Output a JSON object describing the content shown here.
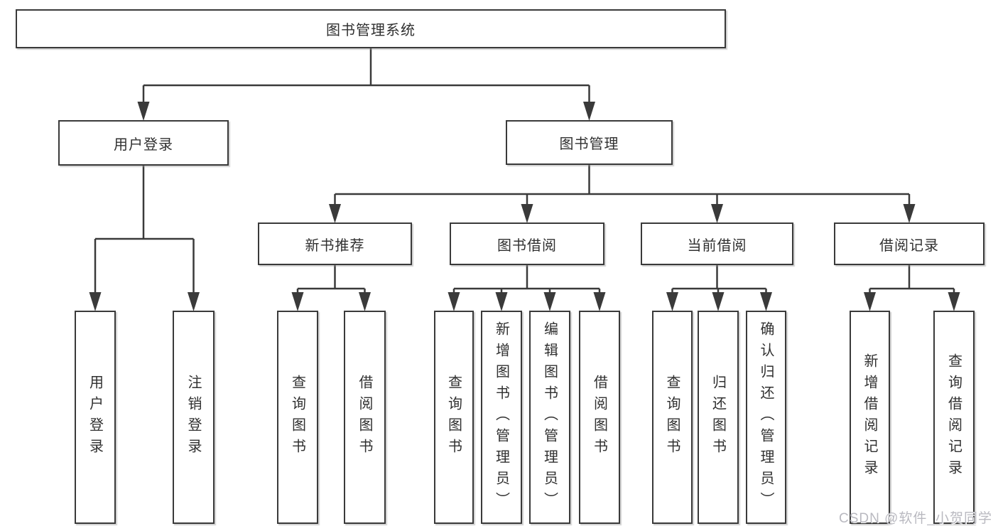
{
  "diagram": {
    "title": "图书管理系统",
    "colors": {
      "line": "#3a3a3a",
      "box_border": "#3a3a3a",
      "box_fill": "#ffffff",
      "text": "#303030",
      "watermark": "#b9b9c0"
    },
    "nodes": [
      {
        "id": "root",
        "label": "图书管理系统",
        "orientation": "horizontal"
      },
      {
        "id": "user-login",
        "label": "用户登录",
        "orientation": "horizontal"
      },
      {
        "id": "book-mgmt",
        "label": "图书管理",
        "orientation": "horizontal"
      },
      {
        "id": "new-book",
        "label": "新书推荐",
        "orientation": "horizontal"
      },
      {
        "id": "book-borrow",
        "label": "图书借阅",
        "orientation": "horizontal"
      },
      {
        "id": "current-borrow",
        "label": "当前借阅",
        "orientation": "horizontal"
      },
      {
        "id": "borrow-record",
        "label": "借阅记录",
        "orientation": "horizontal"
      },
      {
        "id": "leaf-user-login",
        "label": "用户登录",
        "orientation": "vertical"
      },
      {
        "id": "leaf-logout",
        "label": "注销登录",
        "orientation": "vertical"
      },
      {
        "id": "leaf-nb-query",
        "label": "查询图书",
        "orientation": "vertical"
      },
      {
        "id": "leaf-nb-borrow",
        "label": "借阅图书",
        "orientation": "vertical"
      },
      {
        "id": "leaf-bb-query",
        "label": "查询图书",
        "orientation": "vertical"
      },
      {
        "id": "leaf-bb-add",
        "label": "新增图书（管理员）",
        "orientation": "vertical"
      },
      {
        "id": "leaf-bb-edit",
        "label": "编辑图书（管理员）",
        "orientation": "vertical"
      },
      {
        "id": "leaf-bb-borrow",
        "label": "借阅图书",
        "orientation": "vertical"
      },
      {
        "id": "leaf-cb-query",
        "label": "查询图书",
        "orientation": "vertical"
      },
      {
        "id": "leaf-cb-return",
        "label": "归还图书",
        "orientation": "vertical"
      },
      {
        "id": "leaf-cb-confirm",
        "label": "确认归还（管理员）",
        "orientation": "vertical"
      },
      {
        "id": "leaf-br-add",
        "label": "新增借阅记录",
        "orientation": "vertical"
      },
      {
        "id": "leaf-br-query",
        "label": "查询借阅记录",
        "orientation": "vertical"
      }
    ],
    "edges": [
      {
        "from": "root",
        "to": "user-login"
      },
      {
        "from": "root",
        "to": "book-mgmt"
      },
      {
        "from": "user-login",
        "to": "leaf-user-login"
      },
      {
        "from": "user-login",
        "to": "leaf-logout"
      },
      {
        "from": "book-mgmt",
        "to": "new-book"
      },
      {
        "from": "book-mgmt",
        "to": "book-borrow"
      },
      {
        "from": "book-mgmt",
        "to": "current-borrow"
      },
      {
        "from": "book-mgmt",
        "to": "borrow-record"
      },
      {
        "from": "new-book",
        "to": "leaf-nb-query"
      },
      {
        "from": "new-book",
        "to": "leaf-nb-borrow"
      },
      {
        "from": "book-borrow",
        "to": "leaf-bb-query"
      },
      {
        "from": "book-borrow",
        "to": "leaf-bb-add"
      },
      {
        "from": "book-borrow",
        "to": "leaf-bb-edit"
      },
      {
        "from": "book-borrow",
        "to": "leaf-bb-borrow"
      },
      {
        "from": "current-borrow",
        "to": "leaf-cb-query"
      },
      {
        "from": "current-borrow",
        "to": "leaf-cb-return"
      },
      {
        "from": "current-borrow",
        "to": "leaf-cb-confirm"
      },
      {
        "from": "borrow-record",
        "to": "leaf-br-add"
      },
      {
        "from": "borrow-record",
        "to": "leaf-br-query"
      }
    ],
    "watermark": "CSDN @软件_小贺同学"
  }
}
